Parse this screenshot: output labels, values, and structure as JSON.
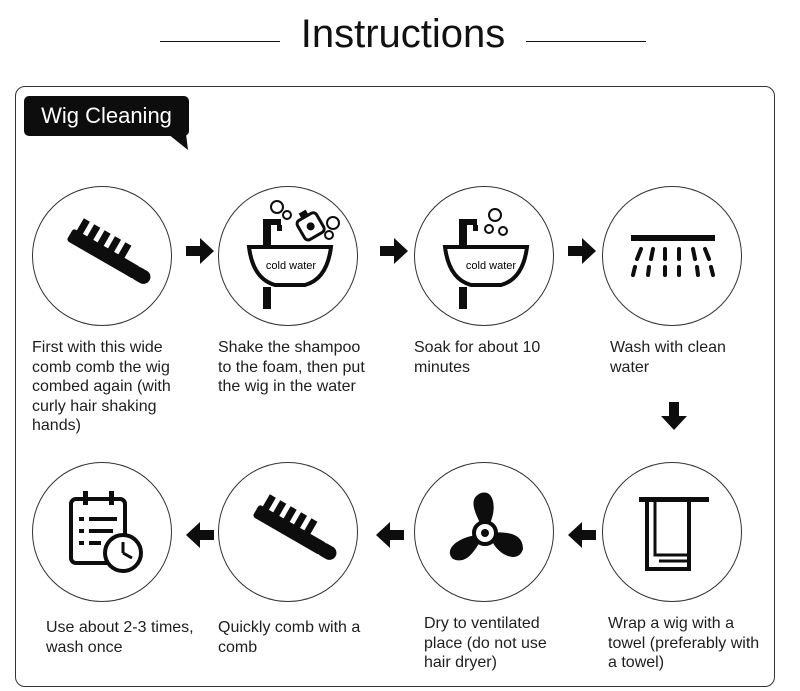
{
  "page": {
    "title": "Instructions"
  },
  "section": {
    "label": "Wig Cleaning"
  },
  "steps": [
    {
      "text": "First with this wide comb comb the wig combed again (with curly hair shaking hands)",
      "icon": "wide-comb-icon"
    },
    {
      "text": "Shake the shampoo to the foam, then put the wig in the water",
      "icon": "sink-shampoo-icon",
      "sink_label": "cold water"
    },
    {
      "text": "Soak for about 10 minutes",
      "icon": "sink-soak-icon",
      "sink_label": "cold water"
    },
    {
      "text": "Wash with clean water",
      "icon": "shower-icon"
    },
    {
      "text": "Wrap a wig with a towel (preferably with a towel)",
      "icon": "towel-icon"
    },
    {
      "text": "Dry to ventilated place (do not use hair dryer)",
      "icon": "fan-icon"
    },
    {
      "text": "Quickly comb with a comb",
      "icon": "wide-comb-icon"
    },
    {
      "text": "Use about 2-3 times, wash once",
      "icon": "calendar-clock-icon"
    }
  ],
  "colors": {
    "ink": "#0d0d0d",
    "border": "#333333",
    "background": "#ffffff"
  }
}
